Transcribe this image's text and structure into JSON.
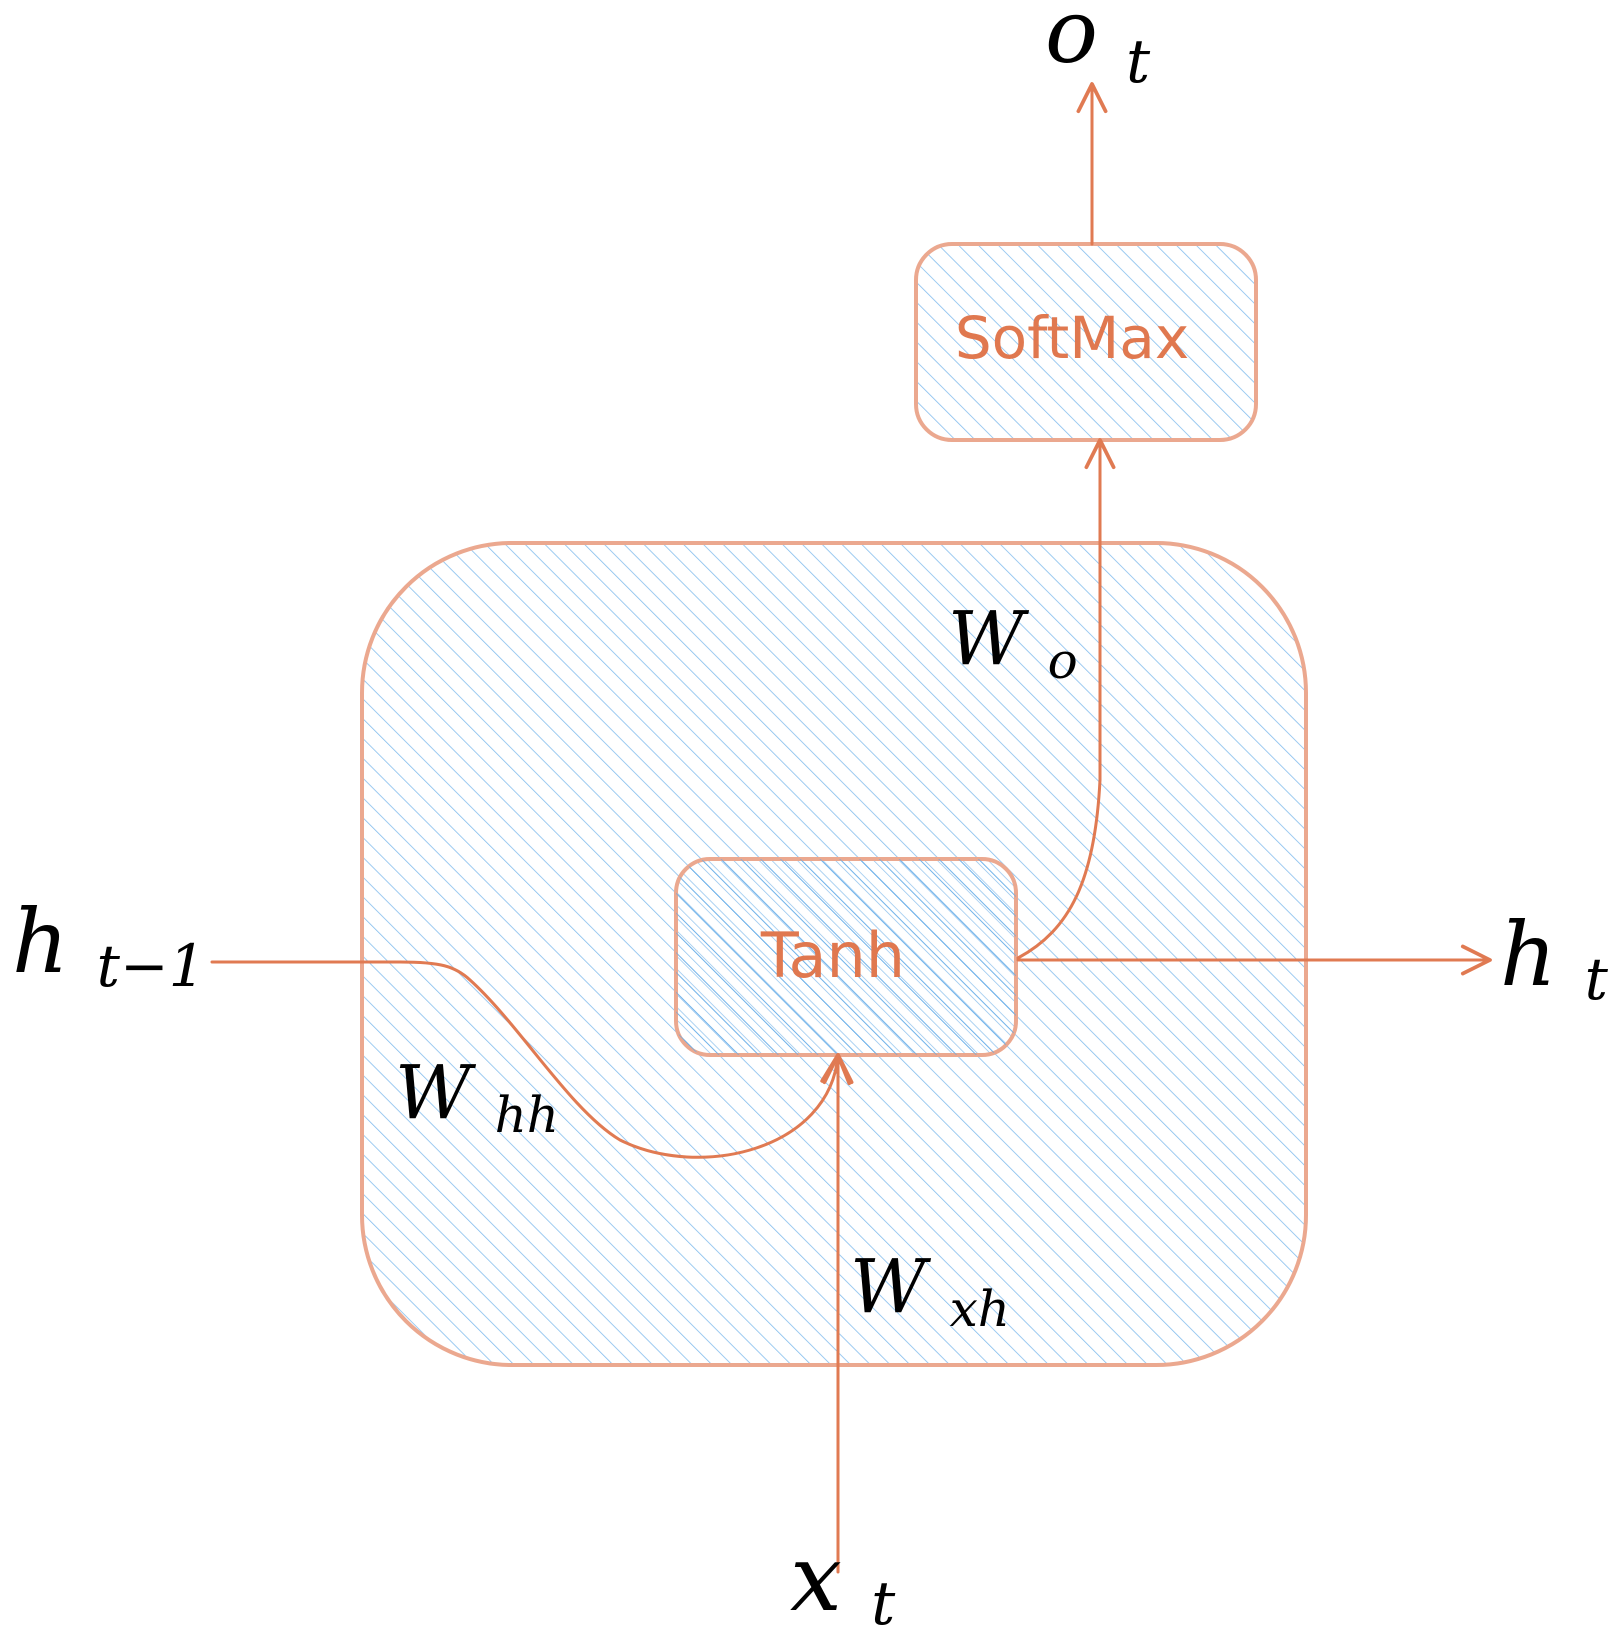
{
  "colors": {
    "stroke": "#e07a52",
    "box_border": "#eba88f",
    "hatch": "#5aa6e6",
    "label_text": "#e0784f",
    "math_text": "#000000",
    "background": "#ffffff"
  },
  "boxes": {
    "softmax": {
      "label": "SoftMax"
    },
    "tanh": {
      "label": "Tanh"
    },
    "cell": {
      "label": ""
    }
  },
  "labels": {
    "output": {
      "main": "o",
      "sub": "t"
    },
    "h_prev": {
      "main": "h",
      "sub": "t−1"
    },
    "h_next": {
      "main": "h",
      "sub": "t"
    },
    "x_input": {
      "main": "x",
      "sub": "t"
    },
    "w_hh": {
      "main": "W",
      "sub": "hh"
    },
    "w_xh": {
      "main": "W",
      "sub": "xh"
    },
    "w_o": {
      "main": "W",
      "sub": "o"
    }
  },
  "icons": {
    "arrowhead": "open-chevron-arrow-icon"
  }
}
